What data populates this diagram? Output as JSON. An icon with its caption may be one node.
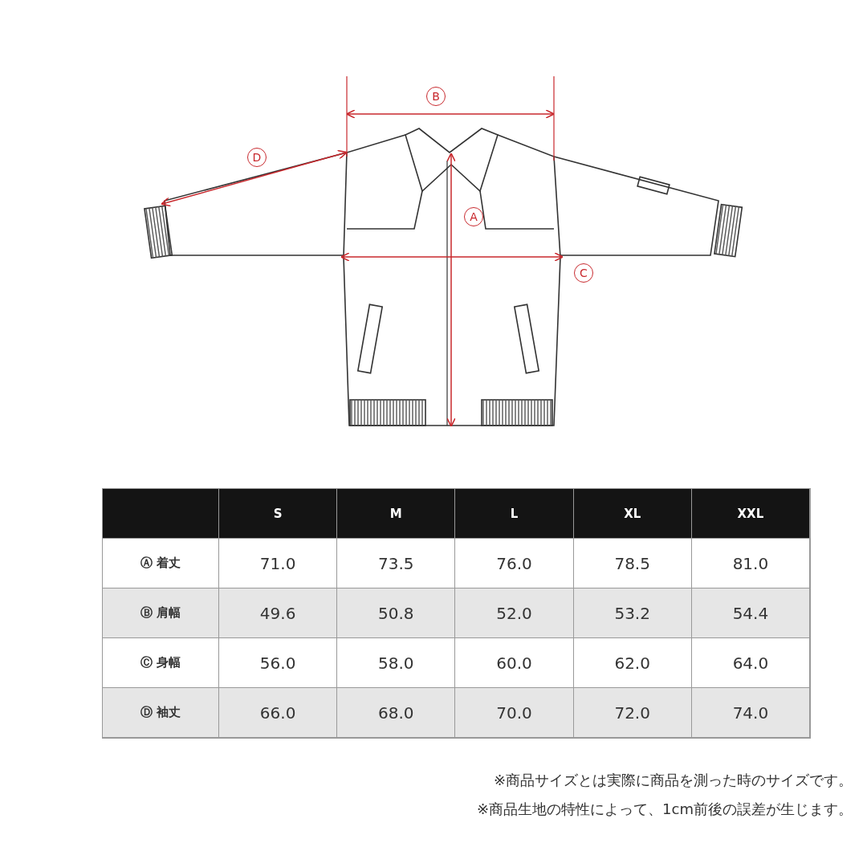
{
  "diagram": {
    "labels": [
      "B",
      "D",
      "A",
      "C",
      "S",
      "M",
      "L",
      "XL",
      "XXL",
      "Ⓐ 着丈",
      "71.0",
      "73.5",
      "76.0",
      "78.5",
      "81.0",
      "Ⓑ 肩幅",
      "49.6",
      "50.8",
      "52.0",
      "53.2",
      "54.4",
      "Ⓒ 身幅",
      "56.0",
      "58.0",
      "60.0",
      "62.0",
      "64.0",
      "Ⓓ 袖丈",
      "66.0",
      "68.0",
      "70.0",
      "72.0",
      "74.0",
      "※商品サイズとは実際に商品を測った時のサイズです。",
      "※商品生地の特性によって、1cm前後の誤差が生じます。"
    ]
  }
}
